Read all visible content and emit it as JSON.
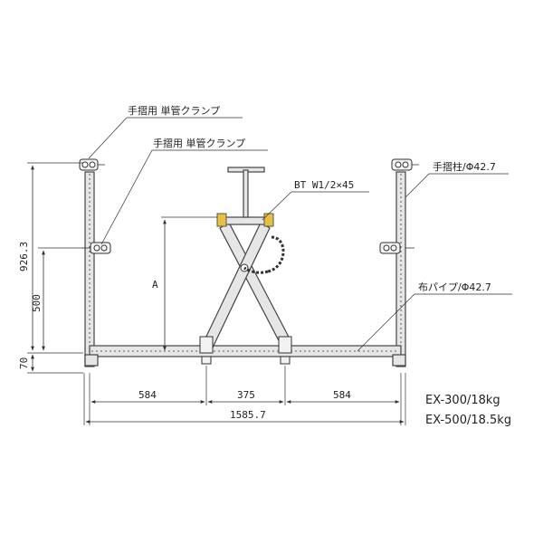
{
  "callouts": {
    "clamp_top": "手摺用 単管クランプ",
    "clamp_mid": "手摺用 単管クランプ",
    "bolt": "BT W1/2×45",
    "post": "手摺柱/Φ42.7",
    "cloth_pipe": "布パイプ/Φ42.7"
  },
  "dimensions": {
    "height_total": "926.3",
    "height_500": "500",
    "height_70": "70",
    "height_a": "A",
    "width_left": "584",
    "width_center": "375",
    "width_right": "584",
    "width_total": "1585.7"
  },
  "specs": {
    "ex300": "EX-300/18kg",
    "ex500": "EX-500/18.5kg"
  }
}
